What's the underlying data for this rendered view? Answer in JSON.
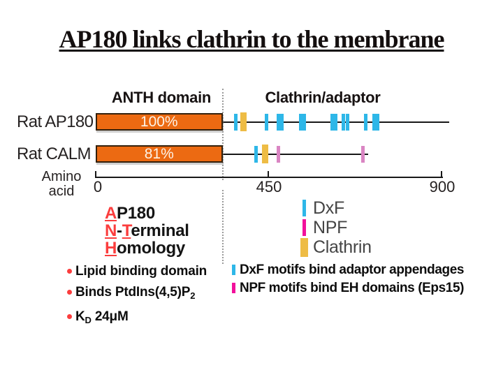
{
  "title": "AP180 links clathrin to the membrane",
  "colors": {
    "accent_red": "#fb3d3d",
    "dxf": "#2eb7e8",
    "npf": "#f2109b",
    "npf_light": "#da85c3",
    "clathrin": "#eebc45",
    "domain_fill": "#ec6a12"
  },
  "diagram": {
    "domain_labels": [
      {
        "label": "ANTH domain"
      },
      {
        "label": "Clathrin/adaptor"
      }
    ],
    "axis": {
      "label_lines": [
        "Amino",
        "acid"
      ],
      "ticks": [
        "0",
        "450",
        "900"
      ],
      "tick_values": [
        0,
        450,
        900
      ]
    },
    "proteins": [
      {
        "name": "Rat AP180",
        "homology": "100%",
        "box_span_aa": [
          0,
          330
        ],
        "line_end_aa": 920,
        "motifs": {
          "dxf_aa": [
            364,
            445,
            476,
            485,
            533,
            542,
            615,
            624,
            645,
            655,
            702,
            724,
            733
          ],
          "clathrin_aa": [
            385
          ],
          "npf_aa": []
        }
      },
      {
        "name": "Rat CALM",
        "homology": "81%",
        "box_span_aa": [
          0,
          330
        ],
        "line_end_aa": 709,
        "motifs": {
          "dxf_aa": [
            418
          ],
          "clathrin_aa": [
            440
          ],
          "npf_aa": [
            476,
            695
          ]
        }
      }
    ]
  },
  "anth_block": {
    "lines": [
      [
        {
          "t": "A",
          "s": "red"
        },
        {
          "t": "P180"
        }
      ],
      [
        {
          "t": "N",
          "s": "red"
        },
        {
          "t": "-"
        },
        {
          "t": "T",
          "s": "red"
        },
        {
          "t": "erminal"
        }
      ],
      [
        {
          "t": "H",
          "s": "red"
        },
        {
          "t": "omology"
        }
      ]
    ]
  },
  "key": {
    "items": [
      {
        "swatch": "dxf",
        "label": "DxF"
      },
      {
        "swatch": "npf",
        "label": "NPF"
      },
      {
        "swatch": "clathrin",
        "label": "Clathrin"
      }
    ]
  },
  "left_bullets": [
    {
      "segments": [
        {
          "t": "Lipid binding domain"
        }
      ]
    },
    {
      "segments": [
        {
          "t": "Binds PtdIns(4,5)P"
        },
        {
          "t": "2",
          "s": "sub"
        }
      ]
    },
    {
      "segments": [
        {
          "t": "K"
        },
        {
          "t": "D",
          "s": "sub"
        },
        {
          "t": " 24μM"
        }
      ]
    }
  ],
  "right_bullets": [
    {
      "swatch": "dxf",
      "segments": [
        {
          "t": "DxF motifs bind adaptor appendages"
        }
      ]
    },
    {
      "swatch": "npf",
      "segments": [
        {
          "t": "NPF motifs bind EH domains (Eps15)"
        }
      ]
    }
  ]
}
